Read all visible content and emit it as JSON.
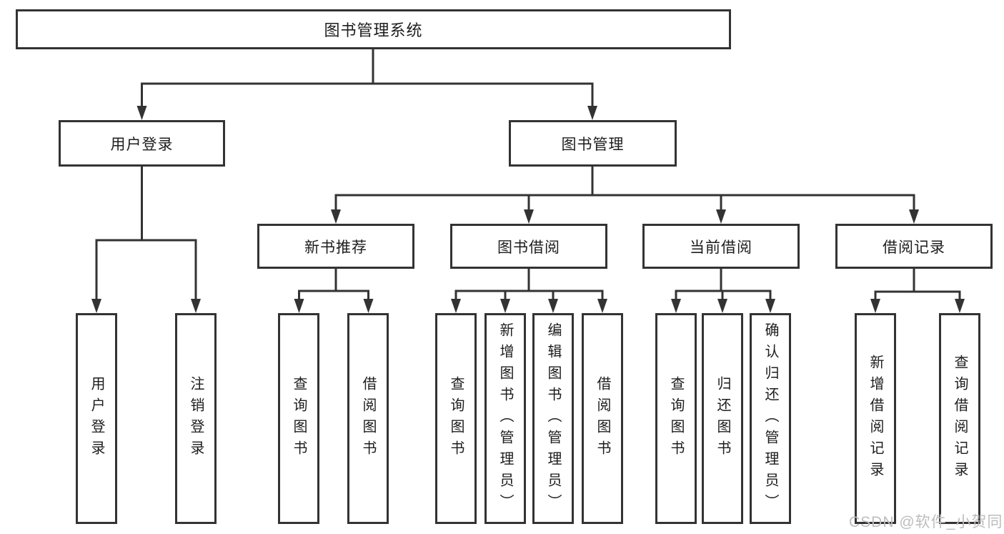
{
  "watermark": "CSDN @软件_小贺同学",
  "colors": {
    "line": "#333333",
    "text": "#1d1d1d",
    "background": "#ffffff",
    "watermark": "#bdbdbd"
  },
  "diagram": {
    "type": "hierarchy-tree",
    "root": {
      "label": "图书管理系统"
    },
    "branches": [
      {
        "label": "用户登录",
        "children": [
          {
            "label": "用户登录"
          },
          {
            "label": "注销登录"
          }
        ]
      },
      {
        "label": "图书管理",
        "children": [
          {
            "label": "新书推荐",
            "children": [
              {
                "label": "查询图书"
              },
              {
                "label": "借阅图书"
              }
            ]
          },
          {
            "label": "图书借阅",
            "children": [
              {
                "label": "查询图书"
              },
              {
                "label": "新增图书（管理员）"
              },
              {
                "label": "编辑图书（管理员）"
              },
              {
                "label": "借阅图书"
              }
            ]
          },
          {
            "label": "当前借阅",
            "children": [
              {
                "label": "查询图书"
              },
              {
                "label": "归还图书"
              },
              {
                "label": "确认归还（管理员）"
              }
            ]
          },
          {
            "label": "借阅记录",
            "children": [
              {
                "label": "新增借阅记录"
              },
              {
                "label": "查询借阅记录"
              }
            ]
          }
        ]
      }
    ]
  }
}
